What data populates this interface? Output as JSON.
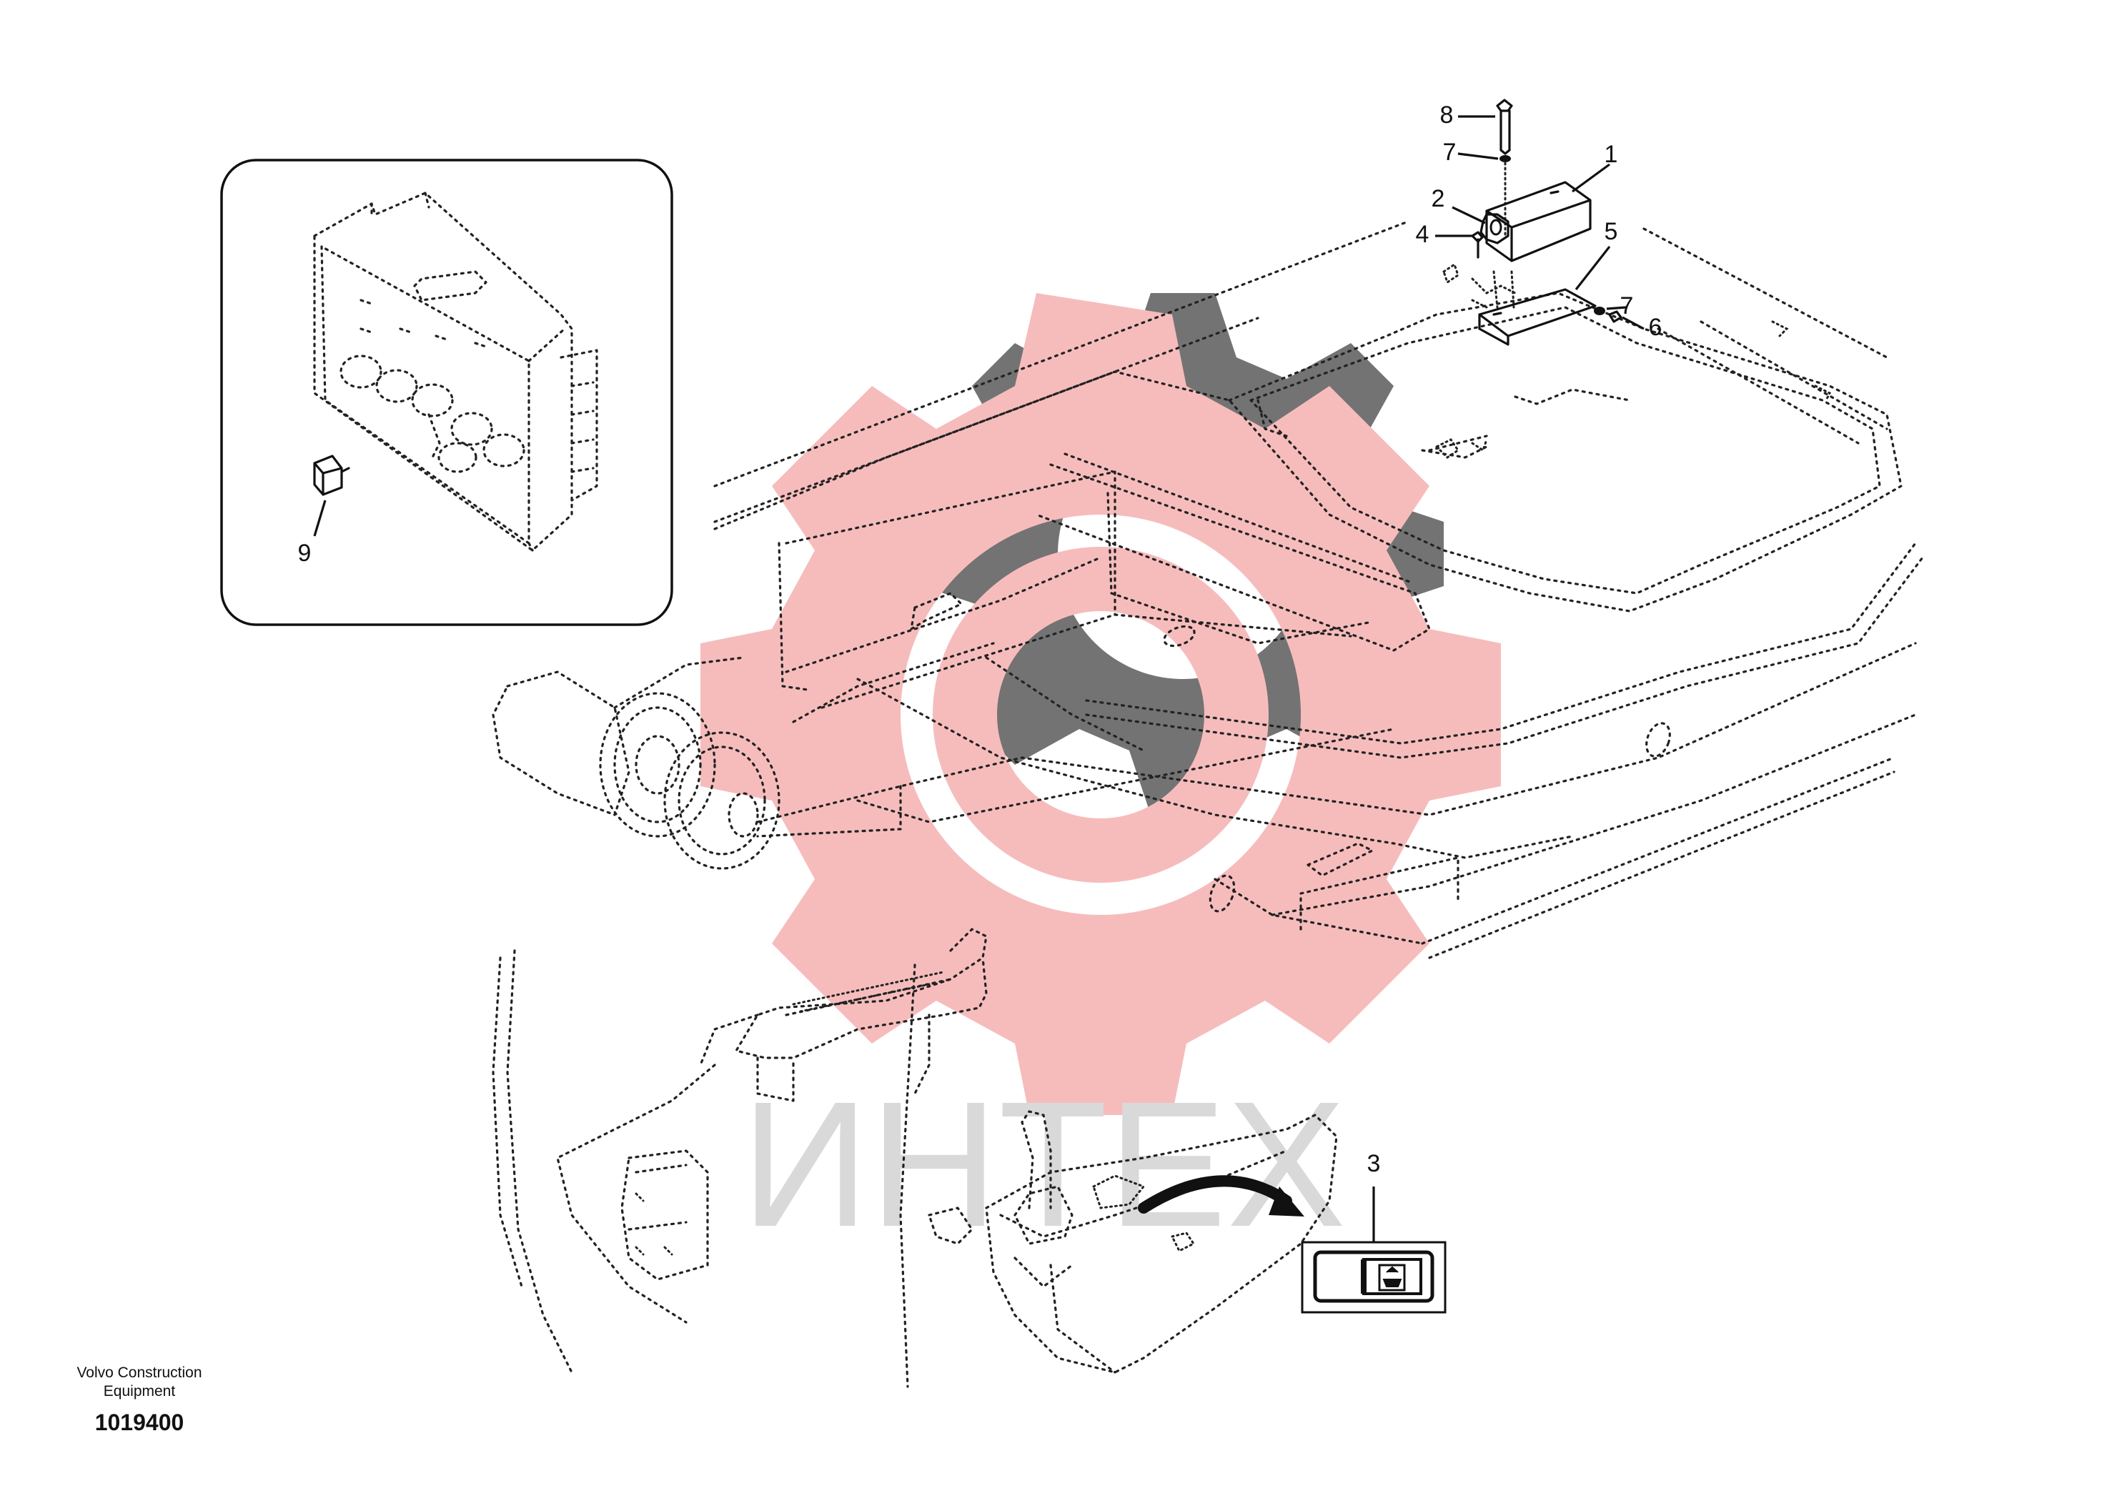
{
  "callouts": [
    {
      "id": "1",
      "label": "1"
    },
    {
      "id": "2",
      "label": "2"
    },
    {
      "id": "3",
      "label": "3"
    },
    {
      "id": "4",
      "label": "4"
    },
    {
      "id": "5",
      "label": "5"
    },
    {
      "id": "6",
      "label": "6"
    },
    {
      "id": "7a",
      "label": "7"
    },
    {
      "id": "7b",
      "label": "7"
    },
    {
      "id": "8",
      "label": "8"
    },
    {
      "id": "9",
      "label": "9"
    }
  ],
  "caption": {
    "company_line1": "Volvo Construction",
    "company_line2": "Equipment",
    "drawing_number": "1019400"
  },
  "watermark": {
    "text": "ИНТЕХ",
    "gear_color": "#f6b9b9",
    "text_color": "#d8d8d8"
  }
}
